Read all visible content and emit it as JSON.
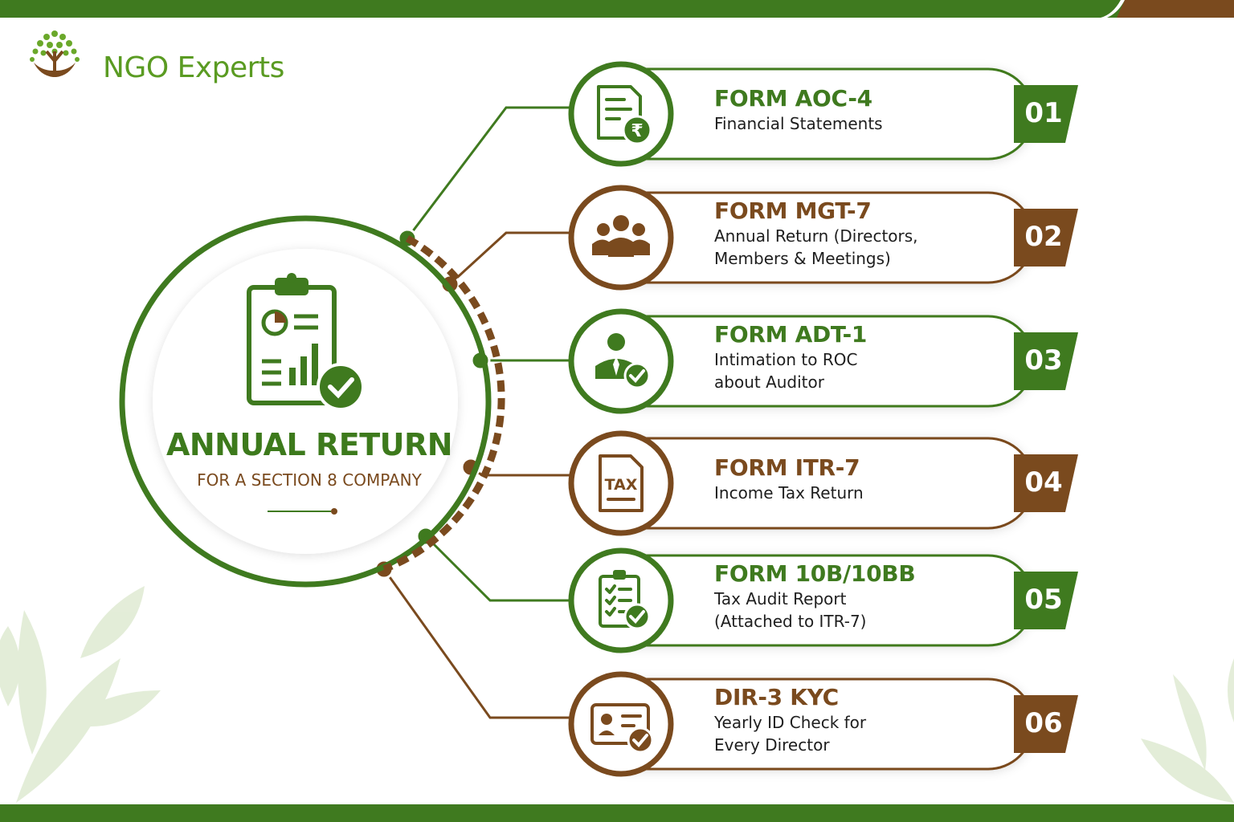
{
  "brand": {
    "name": "NGO Experts"
  },
  "center": {
    "title": "ANNUAL RETURN",
    "subtitle": "FOR A SECTION 8 COMPANY",
    "icon": "clipboard-chart-check-icon"
  },
  "colors": {
    "green": "#3f7a1f",
    "brown": "#7a4a1e"
  },
  "items": [
    {
      "number": "01",
      "title": "FORM AOC-4",
      "lines": [
        "Financial Statements"
      ],
      "color": "green",
      "icon": "rupee-document-icon"
    },
    {
      "number": "02",
      "title": "FORM MGT-7",
      "lines": [
        "Annual Return (Directors,",
        "Members & Meetings)"
      ],
      "color": "brown",
      "icon": "people-group-icon"
    },
    {
      "number": "03",
      "title": "FORM ADT-1",
      "lines": [
        "Intimation to ROC",
        "about Auditor"
      ],
      "color": "green",
      "icon": "auditor-check-icon"
    },
    {
      "number": "04",
      "title": "FORM ITR-7",
      "lines": [
        "Income Tax Return"
      ],
      "color": "brown",
      "icon": "tax-document-icon"
    },
    {
      "number": "05",
      "title": "FORM 10B/10BB",
      "lines": [
        "Tax Audit Report",
        "(Attached to ITR-7)"
      ],
      "color": "green",
      "icon": "checklist-clipboard-icon"
    },
    {
      "number": "06",
      "title": "DIR-3 KYC",
      "lines": [
        "Yearly ID Check for",
        "Every Director"
      ],
      "color": "brown",
      "icon": "id-card-check-icon"
    }
  ]
}
